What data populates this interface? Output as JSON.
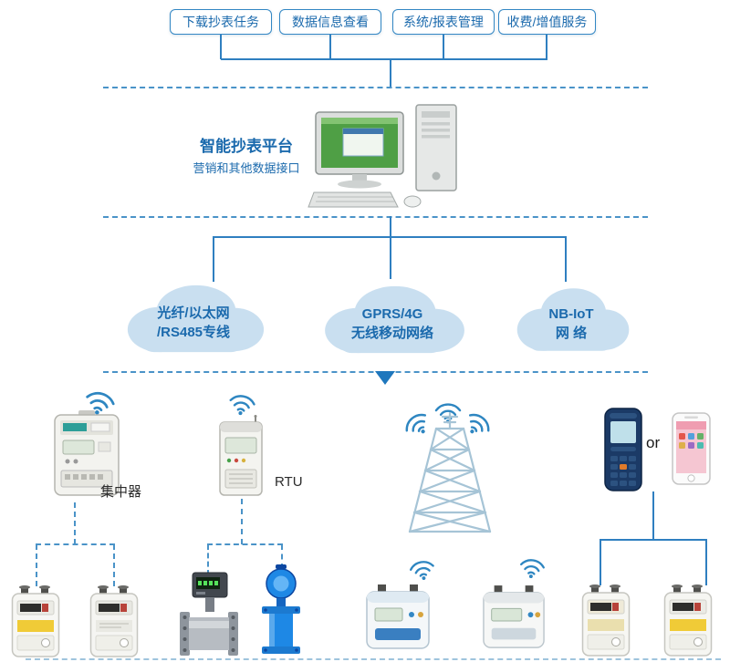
{
  "top_buttons": [
    {
      "label": "下载抄表任务"
    },
    {
      "label": "数据信息查看"
    },
    {
      "label": "系统/报表管理"
    },
    {
      "label": "收费/增值服务"
    }
  ],
  "platform": {
    "title": "智能抄表平台",
    "subtitle": "营销和其他数据接口"
  },
  "clouds": [
    {
      "line1": "光纤/以太网",
      "line2": "/RS485专线"
    },
    {
      "line1": "GPRS/4G",
      "line2": "无线移动网络"
    },
    {
      "line1": "NB-IoT",
      "line2": "网  络"
    }
  ],
  "field": {
    "concentrator_label": "集中器",
    "rtu_label": "RTU",
    "or_label": "or"
  },
  "icons": {
    "wifi-icon": "radio signal arcs",
    "down-arrow-icon": "solid downward triangle",
    "radio-tower-icon": "lattice communication tower",
    "desktop-computer-icon": "monitor, tower case, keyboard and mouse"
  },
  "colors": {
    "line_blue": "#2f7fc0",
    "dashed_blue": "#4a93c8",
    "text_blue": "#1b6aad",
    "cloud_fill": "#c9dff0",
    "arrow_blue": "#1f77bd",
    "label_dark": "#2b2b2b"
  }
}
